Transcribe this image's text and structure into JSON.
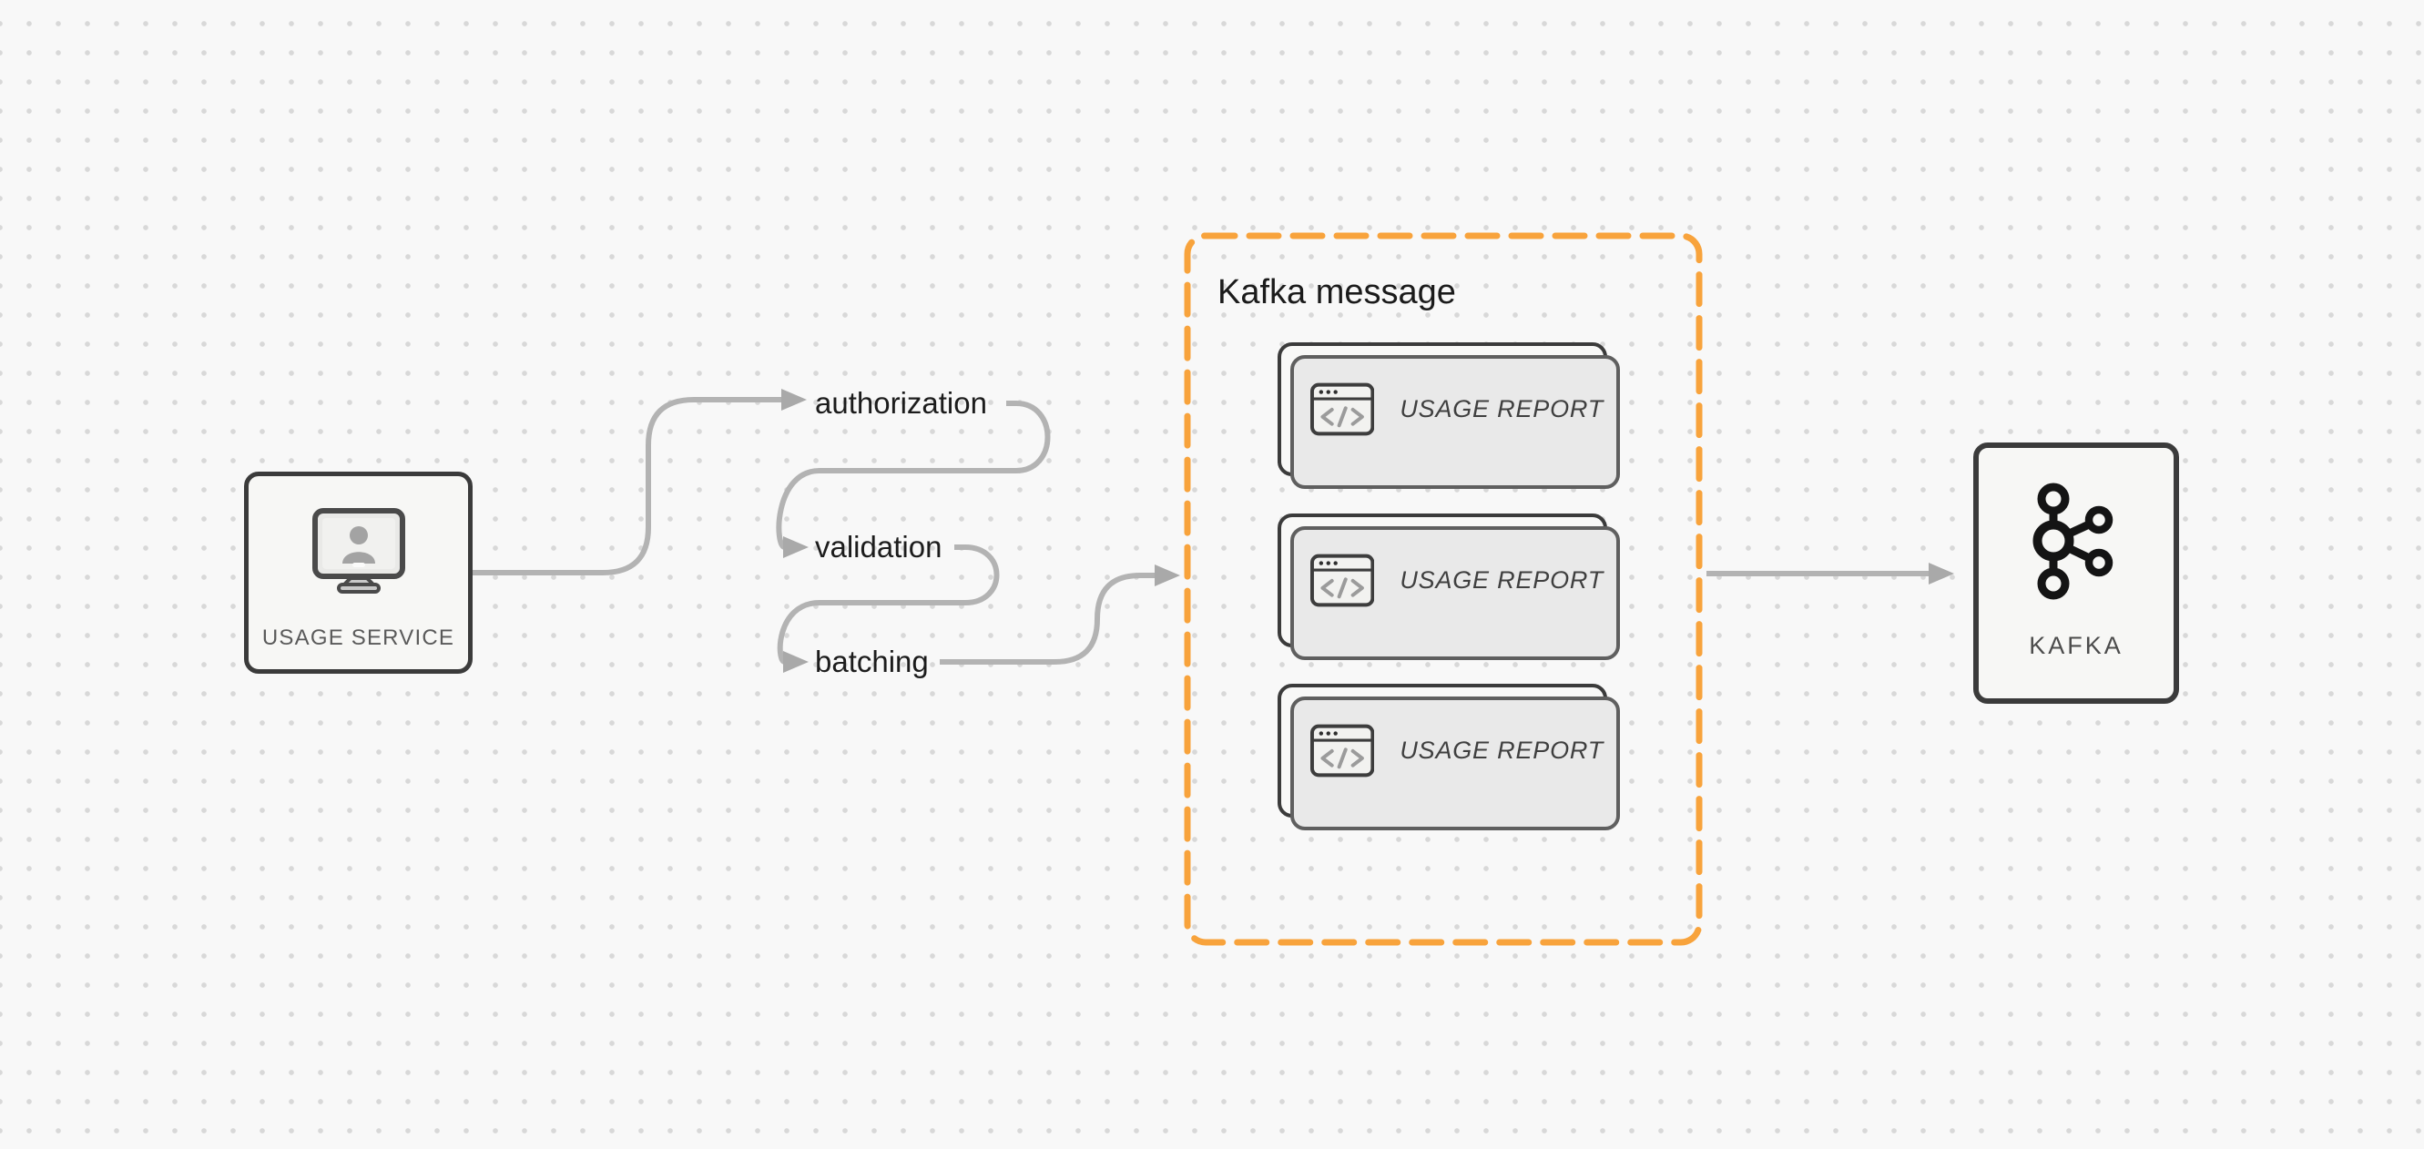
{
  "diagram": {
    "type": "data-flow",
    "background_color": "#f8f8f8",
    "dot_grid_color": "#d8d8d8",
    "accent_orange": "#F8A33C",
    "arrow_color": "#b3b3b3",
    "node_border_color": "#3b3b3b"
  },
  "usage_service": {
    "label": "USAGE SERVICE",
    "icon": "user-monitor-icon"
  },
  "pipeline_steps": [
    {
      "label": "authorization"
    },
    {
      "label": "validation"
    },
    {
      "label": "batching"
    }
  ],
  "kafka_message": {
    "title": "Kafka message",
    "cards": [
      {
        "label": "USAGE REPORT",
        "icon": "code-window-icon"
      },
      {
        "label": "USAGE REPORT",
        "icon": "code-window-icon"
      },
      {
        "label": "USAGE REPORT",
        "icon": "code-window-icon"
      }
    ]
  },
  "kafka": {
    "label": "KAFKA",
    "icon": "kafka-logo-icon"
  }
}
